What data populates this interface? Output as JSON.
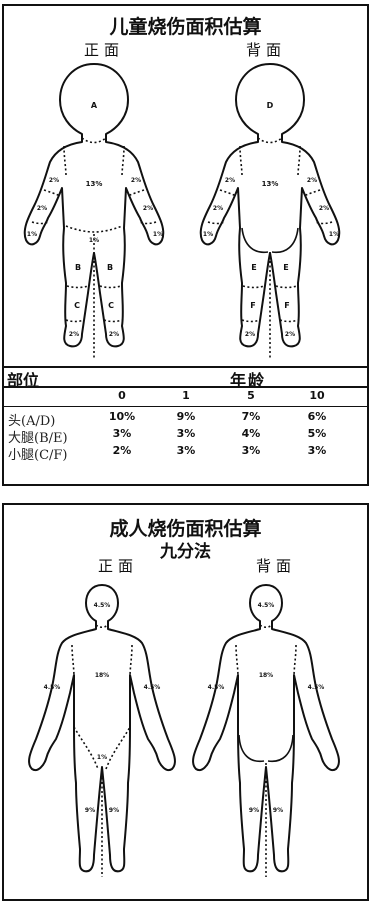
{
  "child": {
    "title": "儿童烧伤面积估算",
    "front_label": "正面",
    "back_label": "背面",
    "front": {
      "head": "A",
      "torso": "13%",
      "upper_arm_l": "2%",
      "upper_arm_r": "2%",
      "forearm_l": "2%",
      "forearm_r": "2%",
      "hand_l": "1%",
      "hand_r": "1%",
      "genital": "1%",
      "thigh_l": "B",
      "thigh_r": "B",
      "leg_l": "C",
      "leg_r": "C",
      "foot_l": "2%",
      "foot_r": "2%"
    },
    "back": {
      "head": "D",
      "torso": "13%",
      "upper_arm_l": "2%",
      "upper_arm_r": "2%",
      "forearm_l": "2%",
      "forearm_r": "2%",
      "hand_l": "1%",
      "hand_r": "1%",
      "thigh_l": "E",
      "thigh_r": "E",
      "leg_l": "F",
      "leg_r": "F",
      "foot_l": "2%",
      "foot_r": "2%"
    },
    "table": {
      "part_header": "部位",
      "age_header": "年龄",
      "ages": [
        "0",
        "1",
        "5",
        "10"
      ],
      "rows": [
        {
          "label": "头(A/D)",
          "values": [
            "10%",
            "9%",
            "7%",
            "6%"
          ]
        },
        {
          "label": "大腿(B/E)",
          "values": [
            "3%",
            "3%",
            "4%",
            "5%"
          ]
        },
        {
          "label": "小腿(C/F)",
          "values": [
            "2%",
            "3%",
            "3%",
            "3%"
          ]
        }
      ]
    }
  },
  "adult": {
    "title": "成人烧伤面积估算",
    "subtitle": "九分法",
    "front_label": "正面",
    "back_label": "背面",
    "front": {
      "head": "4.5%",
      "torso": "18%",
      "arm_l": "4.5%",
      "arm_r": "4.5%",
      "genital": "1%",
      "leg_l": "9%",
      "leg_r": "9%"
    },
    "back": {
      "head": "4.5%",
      "torso": "18%",
      "arm_l": "4.5%",
      "arm_r": "4.5%",
      "leg_l": "9%",
      "leg_r": "9%"
    }
  }
}
